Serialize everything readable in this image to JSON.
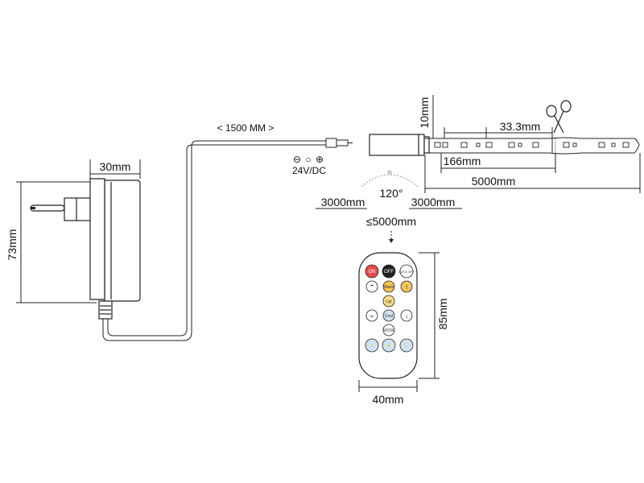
{
  "adapter": {
    "width_label": "30mm",
    "height_label": "73mm"
  },
  "cable": {
    "length_label": "< 1500 MM >",
    "polarity_minus": "⊖",
    "polarity_center": "○",
    "polarity_plus": "⊕",
    "voltage_label": "24V/DC"
  },
  "strip": {
    "height_label": "10mm",
    "cut_label": "33.3mm",
    "segment_label": "166mm",
    "length_label": "5000mm"
  },
  "receiver": {
    "angle_label": "120°",
    "left_range_label": "3000mm",
    "right_range_label": "3000mm",
    "distance_label": "≤5000mm"
  },
  "remote": {
    "width_label": "40mm",
    "height_label": "85mm",
    "buttons": {
      "on": "ON",
      "off": "OFF",
      "auto_off": "AUTO OFF",
      "warm": "Warm",
      "light": "Lgt",
      "cool": "Cool",
      "mode": "MODE"
    }
  }
}
